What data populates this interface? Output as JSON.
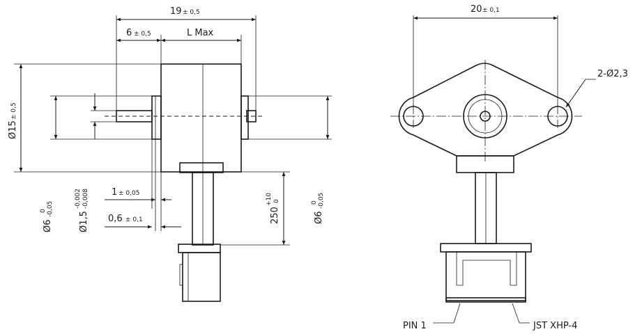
{
  "side_view": {
    "dim_overall": {
      "value": "19",
      "tol": "± 0,5"
    },
    "dim_shaft": {
      "value": "6",
      "tol": "± 0,5"
    },
    "dim_body": {
      "value": "L Max"
    },
    "dim_body_dia": {
      "value": "Ø15",
      "tol": "± 0,5"
    },
    "dim_boss_left": {
      "value": "Ø6",
      "tol_upper": "0",
      "tol_lower": "-0,05"
    },
    "dim_shaft_dia": {
      "value": "Ø1,5",
      "tol_upper": "-0,002",
      "tol_lower": "-0,008"
    },
    "dim_flange": {
      "value": "1",
      "tol": "± 0,05"
    },
    "dim_shoulder": {
      "value": "0,6",
      "tol": "± 0,1"
    },
    "dim_cable": {
      "value": "250",
      "tol_upper": "+10",
      "tol_lower": "0"
    },
    "dim_boss_right": {
      "value": "Ø6",
      "tol_upper": "0",
      "tol_lower": "-0,05"
    }
  },
  "front_view": {
    "dim_mount": {
      "value": "20",
      "tol": "± 0,1"
    },
    "dim_holes": {
      "value": "2-Ø2,3"
    },
    "label_pin": "PIN 1",
    "label_connector": "JST XHP-4"
  }
}
